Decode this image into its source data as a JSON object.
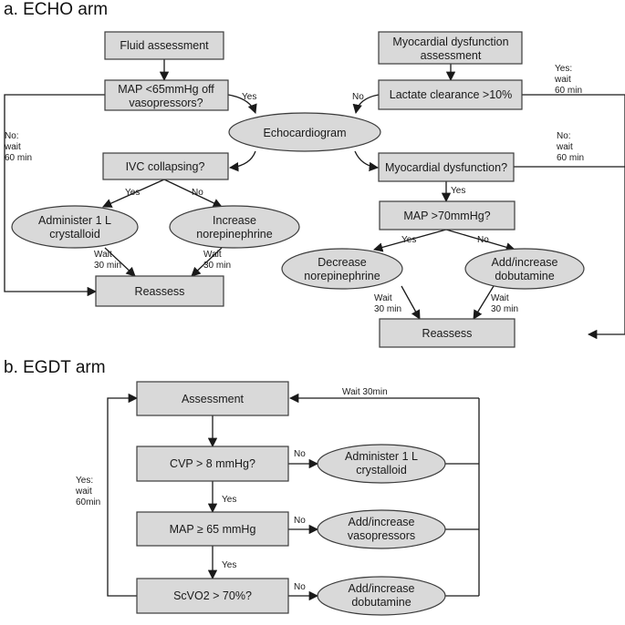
{
  "echo": {
    "heading": "a. ECHO arm",
    "fluid": "Fluid assessment",
    "myo_assess": [
      "Myocardial dysfunction",
      "assessment"
    ],
    "map_off": [
      "MAP <65mmHg off",
      "vasopressors?"
    ],
    "lactate": "Lactate clearance >10%",
    "echo": "Echocardiogram",
    "ivc": "IVC collapsing?",
    "myo_dys": "Myocardial dysfunction?",
    "administer": [
      "Administer 1 L",
      "crystalloid"
    ],
    "increase_ne": [
      "Increase",
      "norepinephrine"
    ],
    "map70": "MAP >70mmHg?",
    "decrease_ne": [
      "Decrease",
      "norepinephrine"
    ],
    "add_dob": [
      "Add/increase",
      "dobutamine"
    ],
    "reassess_left": "Reassess",
    "reassess_right": "Reassess",
    "lbl_yes_map": "Yes",
    "lbl_no_lact": "No",
    "lbl_yes_lact": [
      "Yes:",
      "wait",
      "60 min"
    ],
    "lbl_no_map": [
      "No:",
      "wait",
      "60 min"
    ],
    "lbl_no_myo": [
      "No:",
      "wait",
      "60 min"
    ],
    "lbl_yes_ivc": "Yes",
    "lbl_no_ivc": "No",
    "lbl_yes_myo": "Yes",
    "lbl_yes_map70": "Yes",
    "lbl_no_map70": "No",
    "wait_a": [
      "Wait",
      "30 min"
    ],
    "wait_b": [
      "Wait",
      "30 min"
    ],
    "wait_c": [
      "Wait",
      "30 min"
    ],
    "wait_d": [
      "Wait",
      "30 min"
    ]
  },
  "egdt": {
    "heading": "b. EGDT arm",
    "assessment": "Assessment",
    "cvp": "CVP > 8 mmHg?",
    "map65": "MAP ≥ 65 mmHg",
    "scvo2": "ScVO2 > 70%?",
    "administer": [
      "Administer 1 L",
      "crystalloid"
    ],
    "vaso": [
      "Add/increase",
      "vasopressors"
    ],
    "dob": [
      "Add/increase",
      "dobutamine"
    ],
    "wait30": "Wait 30min",
    "yes_wait": [
      "Yes:",
      "wait",
      "60min"
    ],
    "no1": "No",
    "no2": "No",
    "no3": "No",
    "yes1": "Yes",
    "yes2": "Yes"
  }
}
